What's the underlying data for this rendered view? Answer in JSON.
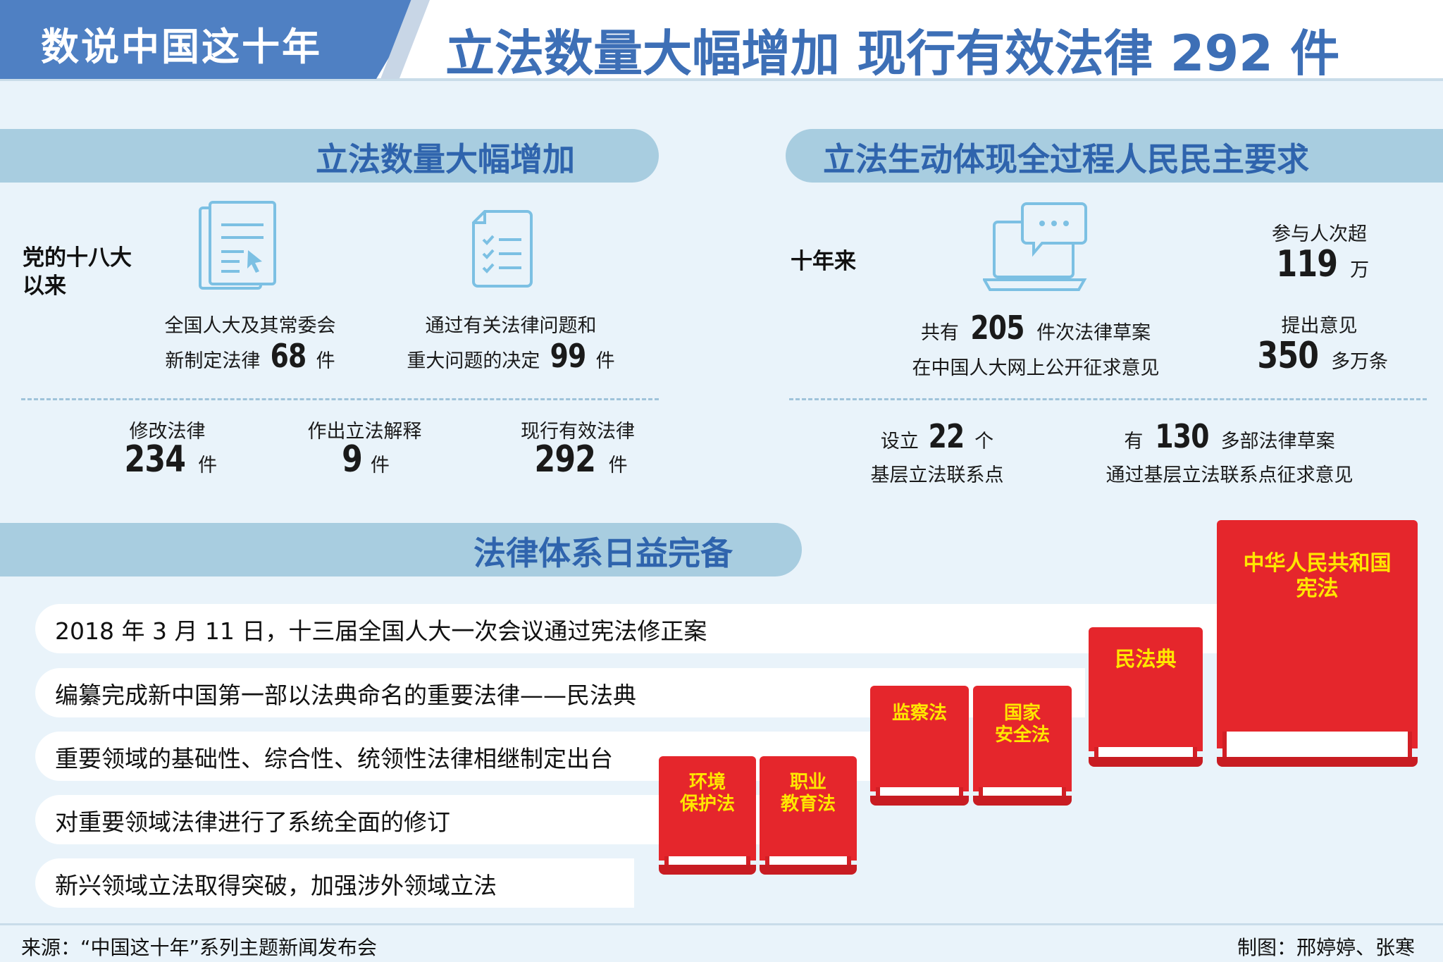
{
  "header": {
    "brand": "数说中国这十年",
    "title": "立法数量大幅增加 现行有效法律 292 件"
  },
  "section_left": {
    "title": "立法数量大幅增加",
    "since_label_line1": "党的十八大",
    "since_label_line2": "以来",
    "block1_line1": "全国人大及其常委会",
    "block1_prefix": "新制定法律",
    "block1_value": "68",
    "block1_unit": "件",
    "block2_line1": "通过有关法律问题和",
    "block2_prefix": "重大问题的决定",
    "block2_value": "99",
    "block2_unit": "件",
    "stat1_label": "修改法律",
    "stat1_value": "234",
    "stat1_unit": "件",
    "stat2_label": "作出立法解释",
    "stat2_value": "9",
    "stat2_unit": "件",
    "stat3_label": "现行有效法律",
    "stat3_value": "292",
    "stat3_unit": "件"
  },
  "section_right": {
    "title": "立法生动体现全过程人民民主要求",
    "decade_label": "十年来",
    "drafts_prefix": "共有",
    "drafts_value": "205",
    "drafts_suffix": "件次法律草案",
    "drafts_line2": "在中国人大网上公开征求意见",
    "participants_label": "参与人次超",
    "participants_value": "119",
    "participants_unit": "万",
    "opinions_label": "提出意见",
    "opinions_value": "350",
    "opinions_unit": "多万条",
    "points_prefix": "设立",
    "points_value": "22",
    "points_unit": "个",
    "points_line2": "基层立法联系点",
    "laws_prefix": "有",
    "laws_value": "130",
    "laws_suffix": "多部法律草案",
    "laws_line2": "通过基层立法联系点征求意见"
  },
  "section_bottom": {
    "title": "法律体系日益完备",
    "items": [
      "2018 年 3 月 11 日，十三届全国人大一次会议通过宪法修正案",
      "编纂完成新中国第一部以法典命名的重要法律——民法典",
      "重要领域的基础性、综合性、统领性法律相继制定出台",
      "对重要领域法律进行了系统全面的修订",
      "新兴领域立法取得突破，加强涉外领域立法"
    ],
    "books": {
      "env_l1": "环境",
      "env_l2": "保护法",
      "edu_l1": "职业",
      "edu_l2": "教育法",
      "sup_l1": "监察法",
      "sec_l1": "国家",
      "sec_l2": "安全法",
      "civil_l1": "民法典",
      "const_l1": "中华人民共和国",
      "const_l2": "宪法"
    }
  },
  "footer": {
    "source": "来源：“中国这十年”系列主题新闻发布会",
    "credit": "制图：邢婷婷、张寒"
  },
  "colors": {
    "brand_blue": "#4f80c3",
    "title_blue": "#3d6fb6",
    "pill_blue": "#a8cde0",
    "book_red": "#e5262c",
    "book_title_yellow": "#ffe600",
    "background": "#e9f3fa"
  },
  "icons": [
    "document-edit-icon",
    "checklist-icon",
    "laptop-chat-icon"
  ]
}
